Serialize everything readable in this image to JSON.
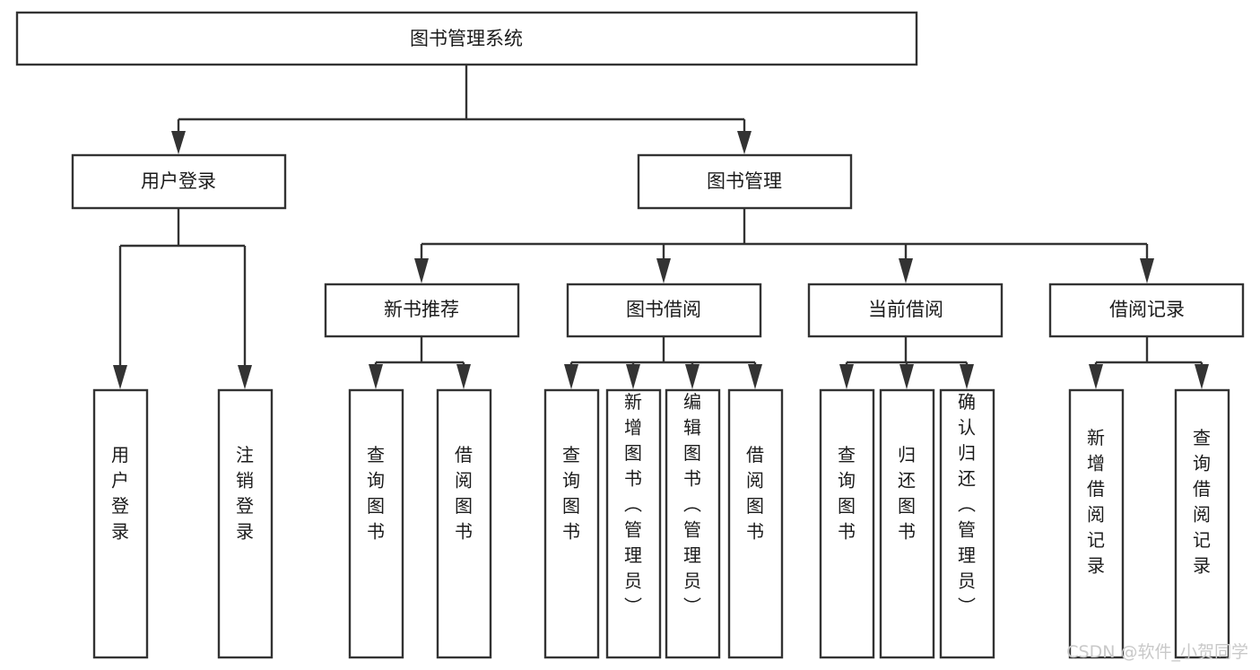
{
  "diagram": {
    "title": "图书管理系统",
    "type": "tree",
    "orientation": "top-down",
    "colors": {
      "background": "#ffffff",
      "box_stroke": "#333333",
      "box_fill": "#ffffff",
      "connector": "#333333",
      "text": "#1b1b1b",
      "watermark": "#c9c9c9"
    },
    "root": {
      "label": "图书管理系统",
      "text_orientation": "horizontal"
    },
    "level2": [
      {
        "label": "用户登录",
        "text_orientation": "horizontal"
      },
      {
        "label": "图书管理",
        "text_orientation": "horizontal"
      }
    ],
    "level3": [
      {
        "label": "新书推荐",
        "text_orientation": "horizontal"
      },
      {
        "label": "图书借阅",
        "text_orientation": "horizontal"
      },
      {
        "label": "当前借阅",
        "text_orientation": "horizontal"
      },
      {
        "label": "借阅记录",
        "text_orientation": "horizontal"
      }
    ],
    "leaves": {
      "user_login": [
        {
          "label": "用户登录",
          "text_orientation": "vertical"
        },
        {
          "label": "注销登录",
          "text_orientation": "vertical"
        }
      ],
      "new_book_recommend": [
        {
          "label": "查询图书",
          "text_orientation": "vertical"
        },
        {
          "label": "借阅图书",
          "text_orientation": "vertical"
        }
      ],
      "book_borrow": [
        {
          "label": "查询图书",
          "text_orientation": "vertical"
        },
        {
          "label": "新增图书（管理员）",
          "text_orientation": "vertical"
        },
        {
          "label": "编辑图书（管理员）",
          "text_orientation": "vertical"
        },
        {
          "label": "借阅图书",
          "text_orientation": "vertical"
        }
      ],
      "current_borrow": [
        {
          "label": "查询图书",
          "text_orientation": "vertical"
        },
        {
          "label": "归还图书",
          "text_orientation": "vertical"
        },
        {
          "label": "确认归还（管理员）",
          "text_orientation": "vertical"
        }
      ],
      "borrow_record": [
        {
          "label": "新增借阅记录",
          "text_orientation": "vertical"
        },
        {
          "label": "查询借阅记录",
          "text_orientation": "vertical"
        }
      ]
    },
    "watermark": "CSDN @软件_小贺同学"
  }
}
